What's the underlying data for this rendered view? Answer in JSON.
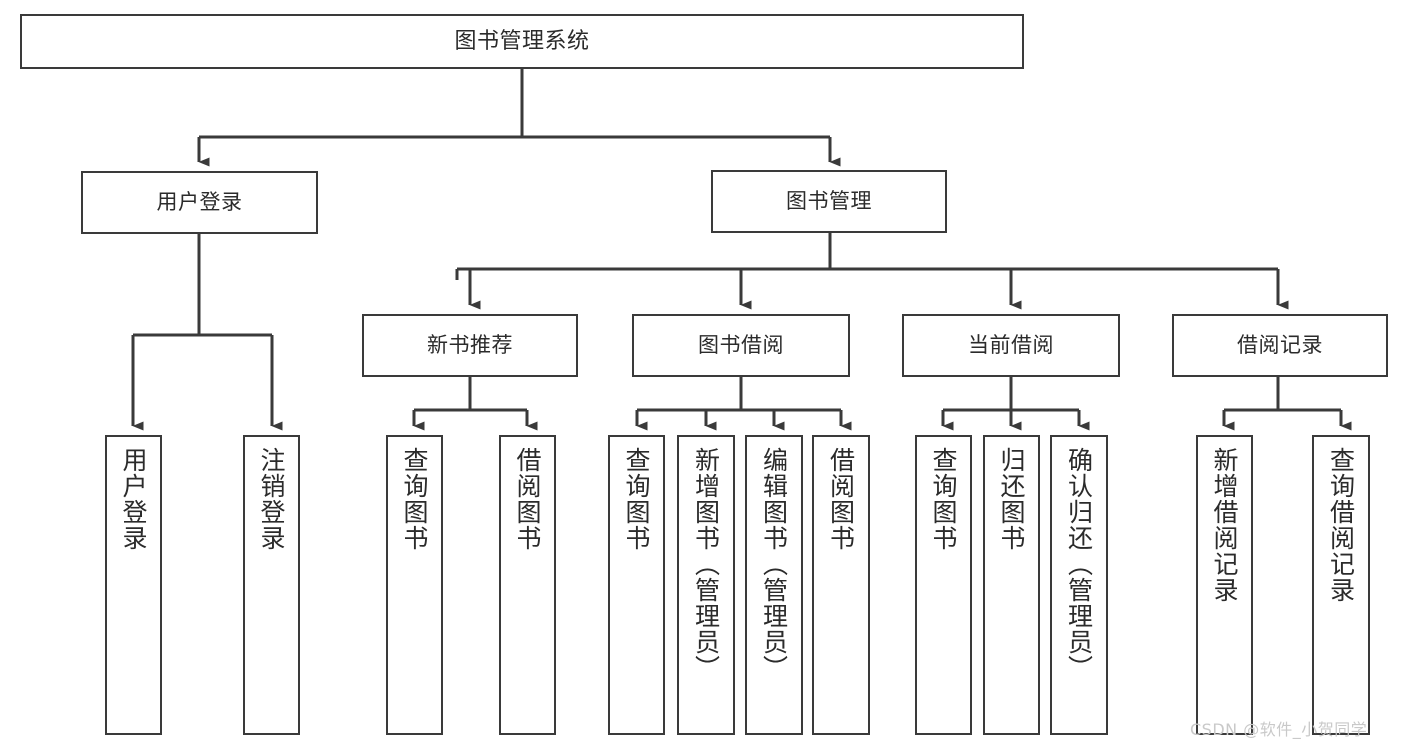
{
  "diagram": {
    "title": "图书管理系统",
    "type": "tree-hierarchy-chart",
    "accent_color": "#3a3a3a",
    "background_color": "#ffffff",
    "watermark": "CSDN @软件_小贺同学"
  },
  "nodes": {
    "root": {
      "label": "图书管理系统"
    },
    "level2": [
      {
        "label": "用户登录"
      },
      {
        "label": "图书管理"
      }
    ],
    "level3": [
      {
        "label": "新书推荐"
      },
      {
        "label": "图书借阅"
      },
      {
        "label": "当前借阅"
      },
      {
        "label": "借阅记录"
      }
    ],
    "leaves": {
      "user_login": [
        {
          "label": "用户登录"
        },
        {
          "label": "注销登录"
        }
      ],
      "new_book_recommend": [
        {
          "label": "查询图书"
        },
        {
          "label": "借阅图书"
        }
      ],
      "book_borrow": [
        {
          "label": "查询图书"
        },
        {
          "label": "新增图书（管理员）"
        },
        {
          "label": "编辑图书（管理员）"
        },
        {
          "label": "借阅图书"
        }
      ],
      "current_borrow": [
        {
          "label": "查询图书"
        },
        {
          "label": "归还图书"
        },
        {
          "label": "确认归还（管理员）"
        }
      ],
      "borrow_record": [
        {
          "label": "新增借阅记录"
        },
        {
          "label": "查询借阅记录"
        }
      ]
    }
  }
}
